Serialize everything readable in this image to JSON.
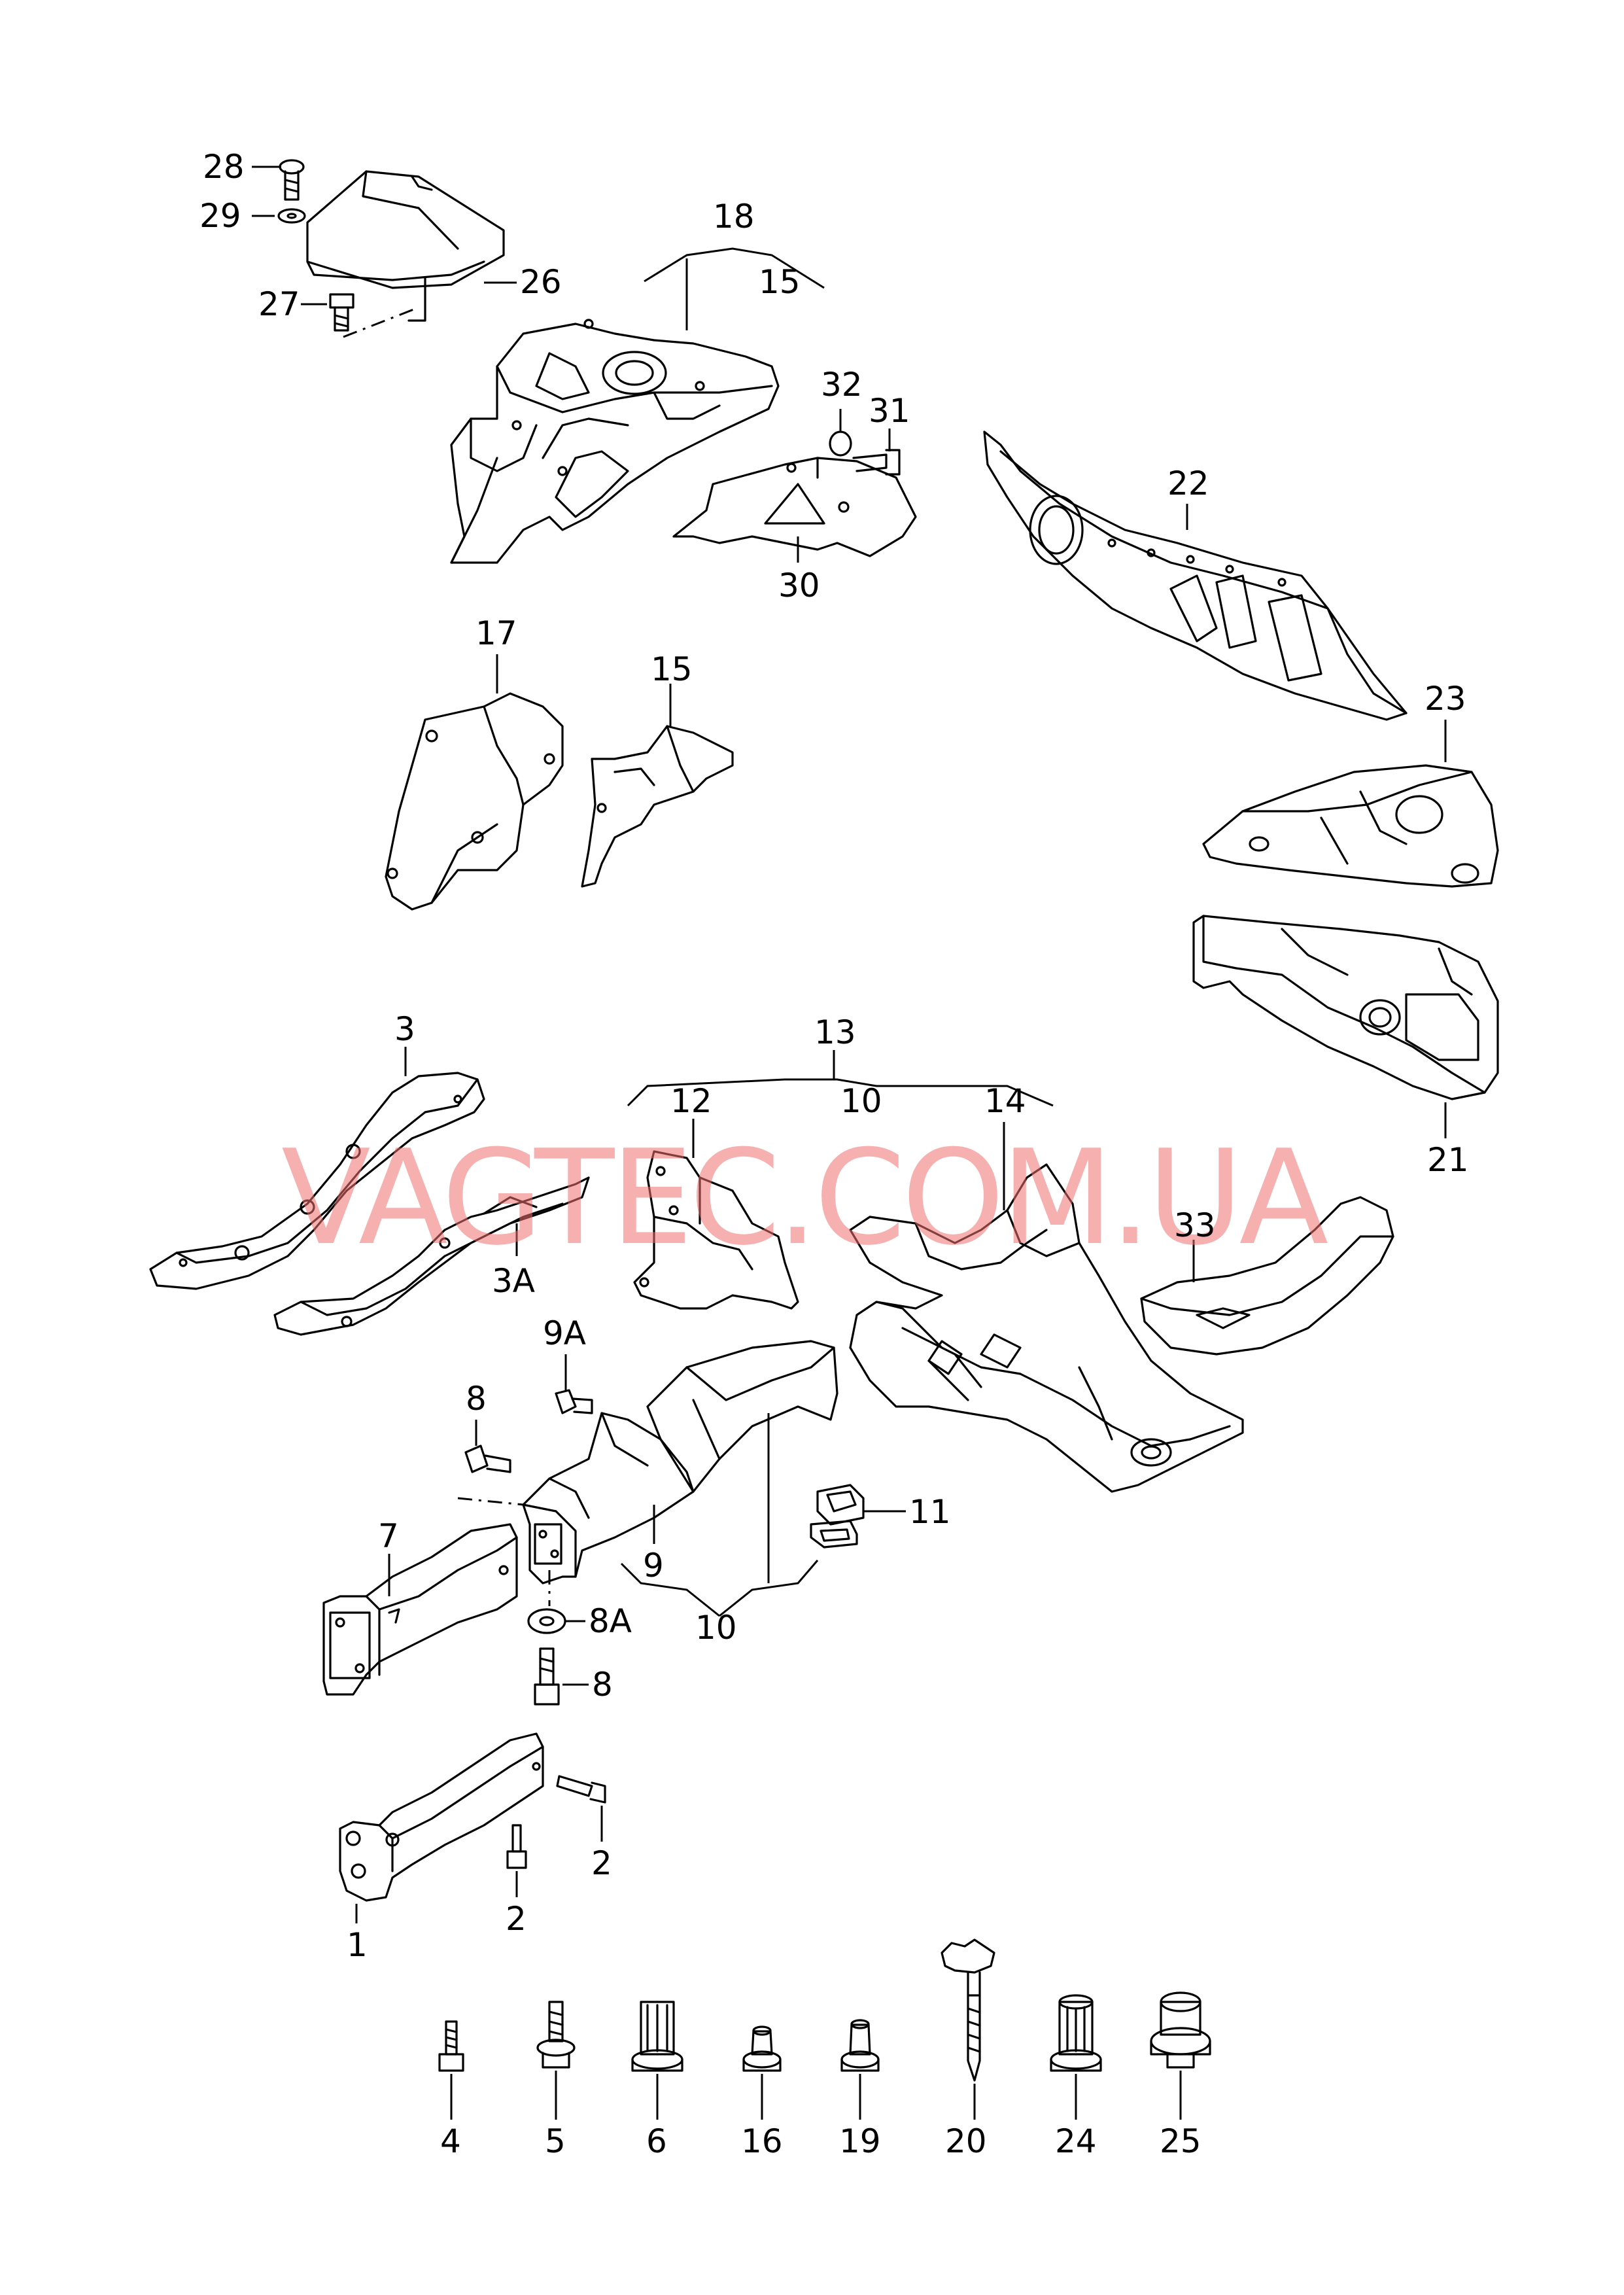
{
  "watermark": "VAGTEC.COM.UA",
  "labels": {
    "l1": "1",
    "l2a": "2",
    "l2b": "2",
    "l3": "3",
    "l3a": "3A",
    "l4": "4",
    "l5": "5",
    "l6": "6",
    "l7": "7",
    "l8a": "8",
    "l8b": "8",
    "l8A": "8A",
    "l9": "9",
    "l9A": "9A",
    "l10a": "10",
    "l10b": "10",
    "l11": "11",
    "l12": "12",
    "l13": "13",
    "l14": "14",
    "l15a": "15",
    "l15b": "15",
    "l16": "16",
    "l17": "17",
    "l18": "18",
    "l19": "19",
    "l20": "20",
    "l21": "21",
    "l22": "22",
    "l23": "23",
    "l24": "24",
    "l25": "25",
    "l26": "26",
    "l27": "27",
    "l28": "28",
    "l29": "29",
    "l30": "30",
    "l31": "31",
    "l32": "32",
    "l33": "33"
  }
}
